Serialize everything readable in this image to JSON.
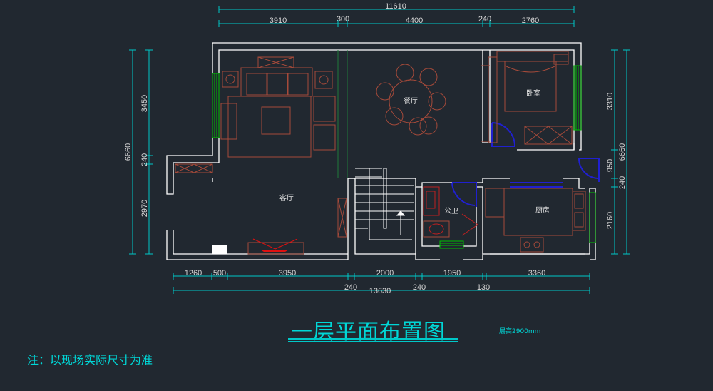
{
  "title": "一层平面布置图",
  "floor_height": "层高2900mm",
  "note": "注：以现场实际尺寸为准",
  "rooms": {
    "living": "客厅",
    "dining": "餐厅",
    "bedroom": "卧室",
    "bathroom": "公卫",
    "kitchen": "厨房"
  },
  "dimensions": {
    "top_total": "11610",
    "top": [
      "3910",
      "300",
      "4400",
      "240",
      "2760"
    ],
    "bottom": [
      "1260",
      "500",
      "3950",
      "2000",
      "1950",
      "3360"
    ],
    "bottom_joints": [
      "240",
      "240",
      "130"
    ],
    "bottom_total": "13630",
    "left_total": "6660",
    "left": [
      "3450",
      "240",
      "2970"
    ],
    "right_total": "6660",
    "right": [
      "3310",
      "950",
      "240",
      "2160"
    ]
  },
  "colors": {
    "background": "#212830",
    "dimension_line": "#00c8c8",
    "wall": "#ffffff",
    "furniture": "#a54a3a",
    "window": "#00c000",
    "door": "#2020d0"
  }
}
